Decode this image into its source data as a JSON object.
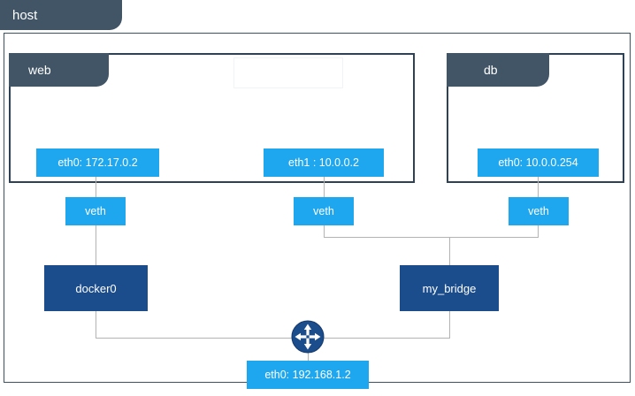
{
  "diagram": {
    "title": "host",
    "colors": {
      "frame_border": "#3c4f63",
      "tab_slate": "#415566",
      "interface_blue": "#1ea7ef",
      "bridge_navy": "#1b4c8c",
      "connector_gray": "#b3b3b3",
      "background": "#ffffff"
    }
  },
  "host": {
    "label": "host"
  },
  "containers": [
    {
      "label": "web"
    },
    {
      "label": "db"
    }
  ],
  "interfaces": {
    "web_eth0": "eth0: 172.17.0.2",
    "web_eth1": "eth1 : 10.0.0.2",
    "db_eth0": "eth0: 10.0.0.254",
    "host_eth0": "eth0: 192.168.1.2"
  },
  "veths": [
    {
      "label": "veth"
    },
    {
      "label": "veth"
    },
    {
      "label": "veth"
    }
  ],
  "bridges": [
    {
      "label": "docker0"
    },
    {
      "label": "my_bridge"
    }
  ],
  "router": {
    "name": "router-icon"
  }
}
